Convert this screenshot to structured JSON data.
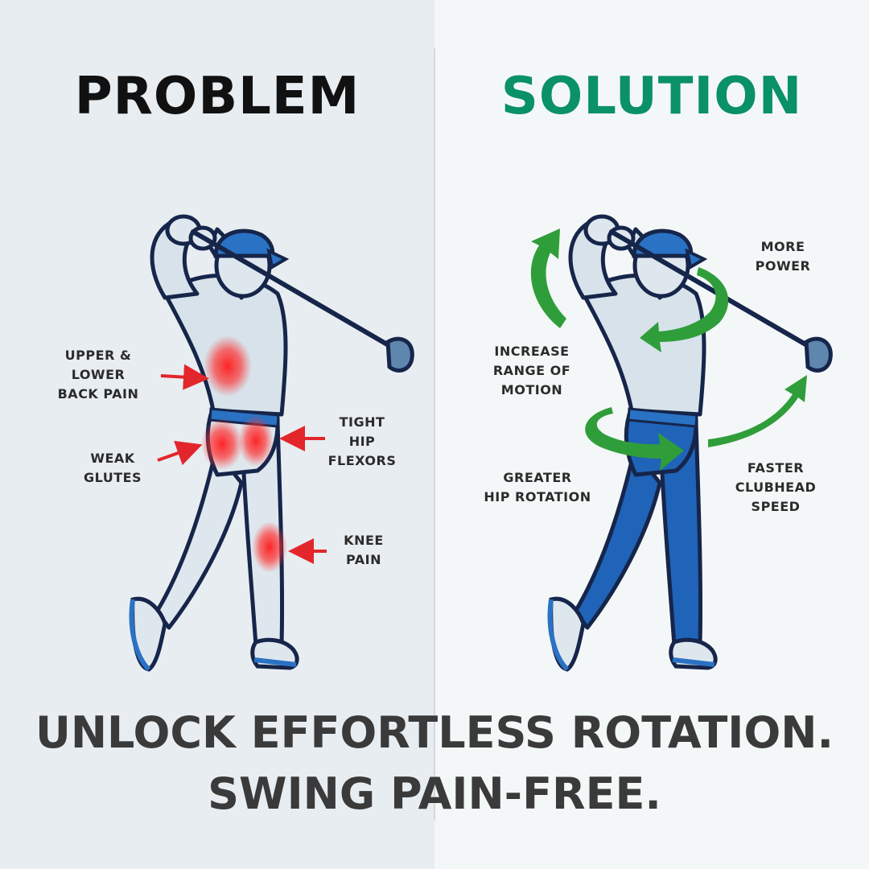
{
  "problem": {
    "title": "PROBLEM",
    "labels": {
      "back_pain": [
        "UPPER &",
        "LOWER",
        "BACK PAIN"
      ],
      "glutes": [
        "WEAK",
        "GLUTES"
      ],
      "hip_flexors": [
        "TIGHT",
        "HIP",
        "FLEXORS"
      ],
      "knee": [
        "KNEE",
        "PAIN"
      ]
    }
  },
  "solution": {
    "title": "SOLUTION",
    "labels": {
      "power": [
        "MORE",
        "POWER"
      ],
      "range": [
        "INCREASE",
        "RANGE OF",
        "MOTION"
      ],
      "hip_rotation": [
        "GREATER",
        "HIP ROTATION"
      ],
      "clubhead": [
        "FASTER",
        "CLUBHEAD",
        "SPEED"
      ]
    }
  },
  "tagline": {
    "line1": "UNLOCK EFFORTLESS ROTATION.",
    "line2": "SWING PAIN-FREE."
  },
  "colors": {
    "heading_problem": "#111111",
    "heading_solution": "#0a9165",
    "pain_red": "#e3262b",
    "arrow_green": "#2f9e3a",
    "outline_navy": "#16254a",
    "cap_blue": "#2a72c4",
    "pants_blue": "#1f64b8",
    "shirt": "#d7e2ea"
  }
}
